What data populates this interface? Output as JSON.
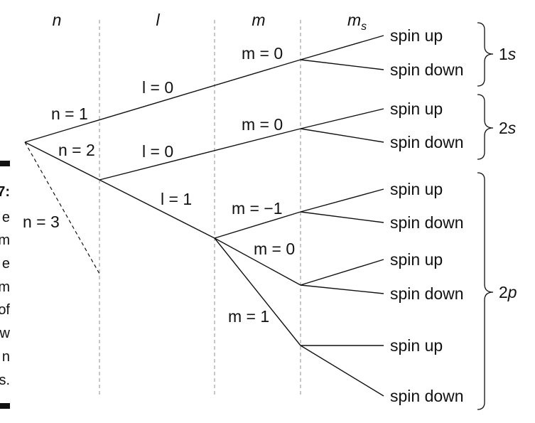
{
  "headers": {
    "n": "n",
    "l": "l",
    "m": "m",
    "ms_base": "m",
    "ms_sub": "s"
  },
  "caption_fragments": [
    "7:",
    "e",
    "m",
    "e",
    "m",
    "of",
    "w",
    "n",
    "s."
  ],
  "branches": {
    "n1": "n = 1",
    "n2": "n = 2",
    "n3": "n = 3",
    "l0_top": "l = 0",
    "l0_mid": "l = 0",
    "l1": "l = 1",
    "m0_1s": "m = 0",
    "m0_2s": "m = 0",
    "m_neg1": "m = −1",
    "m0_2p": "m = 0",
    "m1": "m = 1"
  },
  "spins": [
    "spin up",
    "spin down",
    "spin up",
    "spin down",
    "spin up",
    "spin down",
    "spin up",
    "spin down",
    "spin up",
    "spin down"
  ],
  "groups": {
    "g1s": {
      "num": "1",
      "letter": "s"
    },
    "g2s": {
      "num": "2",
      "letter": "s"
    },
    "g2p": {
      "num": "2",
      "letter": "p"
    }
  }
}
